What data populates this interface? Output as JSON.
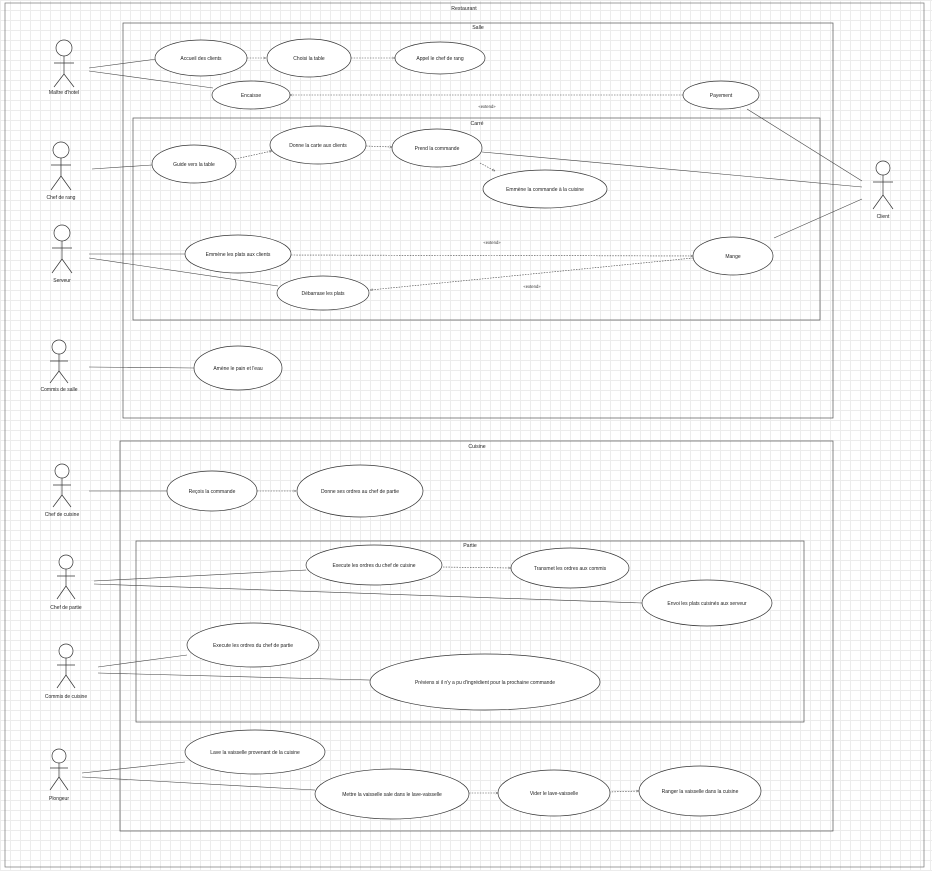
{
  "diagram": {
    "title": "Restaurant",
    "boundaries": [
      {
        "id": "salle",
        "label": "Salle"
      },
      {
        "id": "carre",
        "label": "Carré"
      },
      {
        "id": "cuisine",
        "label": "Cuisine"
      },
      {
        "id": "partie",
        "label": "Partie"
      }
    ],
    "actors": [
      {
        "id": "maitre",
        "label": "Maître d'hotel"
      },
      {
        "id": "chefrang",
        "label": "Chef de rang"
      },
      {
        "id": "serveur",
        "label": "Serveur"
      },
      {
        "id": "commis_salle",
        "label": "Commis de salle"
      },
      {
        "id": "client",
        "label": "Client"
      },
      {
        "id": "chef_cuisine",
        "label": "Chef de cuisine"
      },
      {
        "id": "chef_partie",
        "label": "Chef de partie"
      },
      {
        "id": "commis_cuisine",
        "label": "Commis de cuisine"
      },
      {
        "id": "plongeur",
        "label": "Plongeur"
      }
    ],
    "use_cases": [
      {
        "id": "accueil",
        "label": "Accueil des clients"
      },
      {
        "id": "choisi",
        "label": "Choisi la table"
      },
      {
        "id": "appel",
        "label": "Appel le chef de rang"
      },
      {
        "id": "encaisse",
        "label": "Encaisse"
      },
      {
        "id": "payement",
        "label": "Payement"
      },
      {
        "id": "guide",
        "label": "Guide vers la table"
      },
      {
        "id": "donne_carte",
        "label": "Donne la carte aux clients"
      },
      {
        "id": "prend",
        "label": "Prend la commande"
      },
      {
        "id": "emmene_cmd",
        "label": "Emmène la commande à la cuisine"
      },
      {
        "id": "emmene_plats",
        "label": "Emmène les plats aux clients"
      },
      {
        "id": "mange",
        "label": "Mange"
      },
      {
        "id": "debarrasse",
        "label": "Débarrase les plats"
      },
      {
        "id": "amene",
        "label": "Amène le pain et l'eau"
      },
      {
        "id": "recois",
        "label": "Reçois la commande"
      },
      {
        "id": "donne_ordres",
        "label": "Donne ses ordres au chef de partie"
      },
      {
        "id": "exec_cuisine",
        "label": "Execute les ordres du chef de cuisine"
      },
      {
        "id": "transmet",
        "label": "Transmet les ordres aux commis"
      },
      {
        "id": "envoi",
        "label": "Envoi les plats cuisinés aux serveur"
      },
      {
        "id": "exec_partie",
        "label": "Execute les ordres du chef de partie"
      },
      {
        "id": "previens",
        "label": "Préviens si il n'y a pu d'ingrédient pour la prochaine commande"
      },
      {
        "id": "lave",
        "label": "Lave la vaisselle provenant de la cuisine"
      },
      {
        "id": "mettre",
        "label": "Mettre la vaisselle sale dans le lave-vaisselle"
      },
      {
        "id": "vider",
        "label": "Vider le lave-vaisselle"
      },
      {
        "id": "ranger",
        "label": "Ranger la vaisselle dans la cuisine"
      }
    ],
    "stereotypes": [
      {
        "id": "ext_payement",
        "label": "«extend»"
      },
      {
        "id": "ext_mange_top",
        "label": "«extend»"
      },
      {
        "id": "ext_mange_bottom",
        "label": "«extend»"
      }
    ]
  }
}
